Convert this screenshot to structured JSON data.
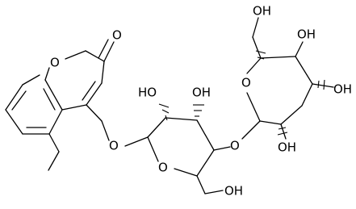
{
  "molecule": {
    "labels": {
      "carbonyl_o": "O",
      "ring_o": "O",
      "ether_o": "O",
      "pyranose1_ring_o": "O",
      "glycosidic_o": "O",
      "pyranose2_ring_o": "O",
      "oh_c2": "HO",
      "oh_c3": "OH",
      "oh_c6": "OH",
      "oh_c6b": "OH",
      "oh_top_right": "OH",
      "oh_right": "OH",
      "oh_bottom_right": "OH"
    }
  }
}
